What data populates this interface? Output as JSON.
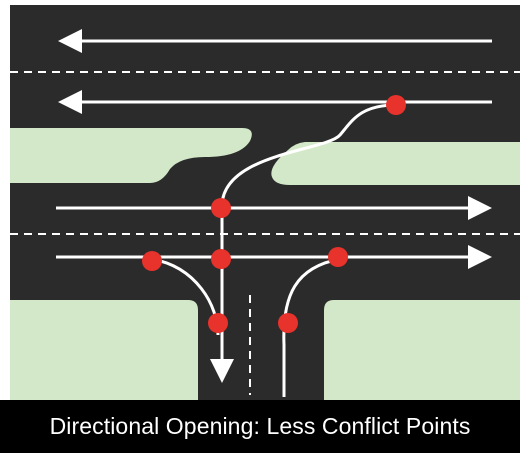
{
  "caption": "Directional Opening: Less Conflict Points",
  "colors": {
    "road": "#2b2b2b",
    "median": "#d3e8c8",
    "lane_marking": "#ffffff",
    "conflict_point": "#e8322c",
    "caption_background": "#000000",
    "caption_text": "#ffffff"
  },
  "conflict_point_count": 7,
  "icons": [
    "arrow-left-icon",
    "arrow-right-icon",
    "arrow-down-icon",
    "conflict-point-marker"
  ]
}
